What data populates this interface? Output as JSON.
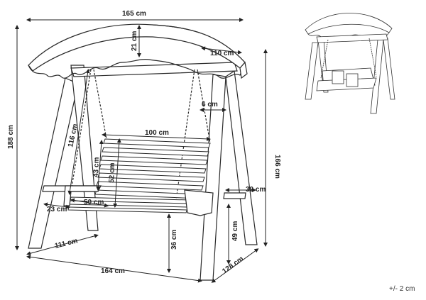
{
  "diagram": {
    "dimensions": {
      "canopy_width": "165 cm",
      "canopy_drop": "21 cm",
      "canopy_depth": "110 cm",
      "post_thickness": "6 cm",
      "chain_length": "116 cm",
      "bench_width": "100 cm",
      "backrest_height": "43 cm",
      "seat_height_total": "52 cm",
      "seat_depth": "50 cm",
      "armrest": "23 cm",
      "total_height": "188 cm",
      "frame_height": "166 cm",
      "frame_depth_top": "39 cm",
      "ground_clearance": "49 cm",
      "seat_ground": "36 cm",
      "base_front": "111 cm",
      "base_width": "164 cm",
      "base_depth": "128 cm"
    },
    "tolerance": "+/- 2 cm"
  },
  "colors": {
    "line": "#2a2a2a",
    "fill": "#ffffff",
    "accent": "#555555"
  }
}
